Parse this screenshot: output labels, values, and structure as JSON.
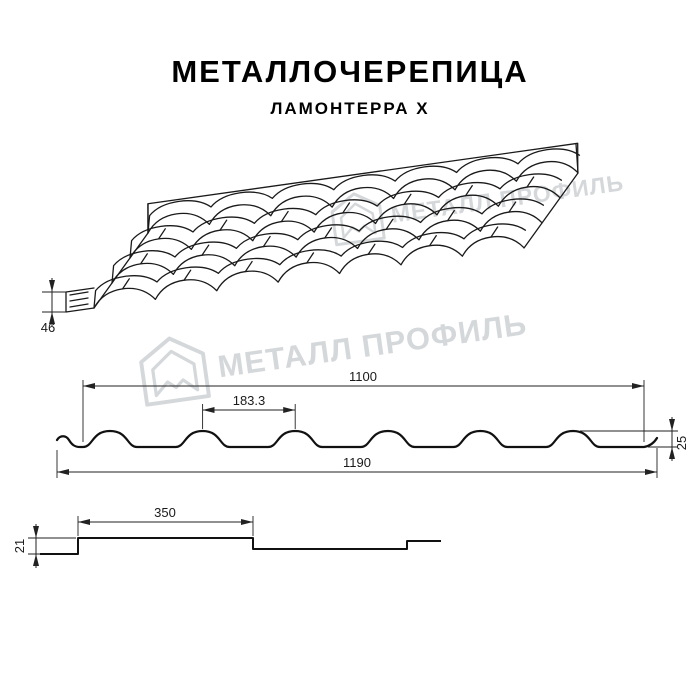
{
  "title": "МЕТАЛЛОЧЕРЕПИЦА",
  "subtitle": "ЛАМОНТЕРРА X",
  "watermark": {
    "text": "МЕТАЛЛ ПРОФИЛЬ"
  },
  "drawings": {
    "perspective": {
      "description": "3D view of metal roof tile sheet",
      "dims": {
        "flange_height": "46"
      }
    },
    "cross_section": {
      "description": "Profile cross-section of sheet",
      "dims": {
        "cover_width": "1100",
        "wave_pitch": "183.3",
        "profile_height": "25",
        "total_width": "1190"
      }
    },
    "step_profile": {
      "description": "Longitudinal step (module) profile",
      "dims": {
        "module_length": "350",
        "step_height": "21"
      }
    }
  },
  "colors": {
    "line": "#1a1a1a",
    "watermark": "#c7cbce",
    "background": "#ffffff"
  }
}
